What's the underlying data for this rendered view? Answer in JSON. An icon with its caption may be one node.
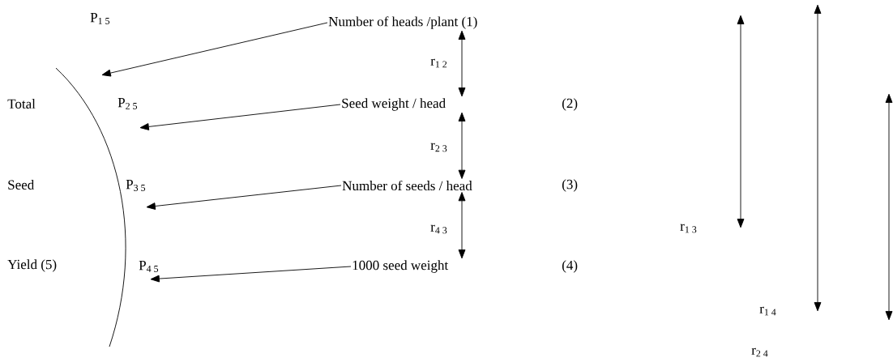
{
  "diagram": {
    "nodes": [
      {
        "text": [],
        "shape": "arc"
      },
      {
        "text": [
          "Number of heads /plant (1)"
        ]
      },
      {
        "text": [
          "Seed weight / head"
        ]
      },
      {
        "text": [
          "Number of seeds / head"
        ]
      },
      {
        "text": [
          "1000 seed weight"
        ]
      }
    ],
    "edges": [
      {
        "from": 1,
        "to": 0,
        "arrow": "to",
        "label": "P$_{1 5}$"
      },
      {
        "from": 2,
        "to": 0,
        "arrow": "to",
        "label": "P$_{2 5}$"
      },
      {
        "from": 3,
        "to": 0,
        "arrow": "to",
        "label": "P$_{3 5}$"
      },
      {
        "from": 4,
        "to": 0,
        "arrow": "to",
        "label": "P$_{4 5}$"
      },
      {
        "from": 1,
        "to": 2,
        "arrow": "both",
        "label": "r$_{1 2}$"
      },
      {
        "from": 2,
        "to": 3,
        "arrow": "both",
        "label": "r$_{2 3}$"
      },
      {
        "from": 4,
        "to": 3,
        "arrow": "both",
        "label": "r$_{4 3}$"
      }
    ],
    "labels": [
      "Total",
      "(2)",
      "Seed",
      "(3)",
      "Yield (5)",
      "(4)",
      "r$_{1 3}$",
      "r$_{1 4}$",
      "r$_{2 4}$"
    ]
  }
}
